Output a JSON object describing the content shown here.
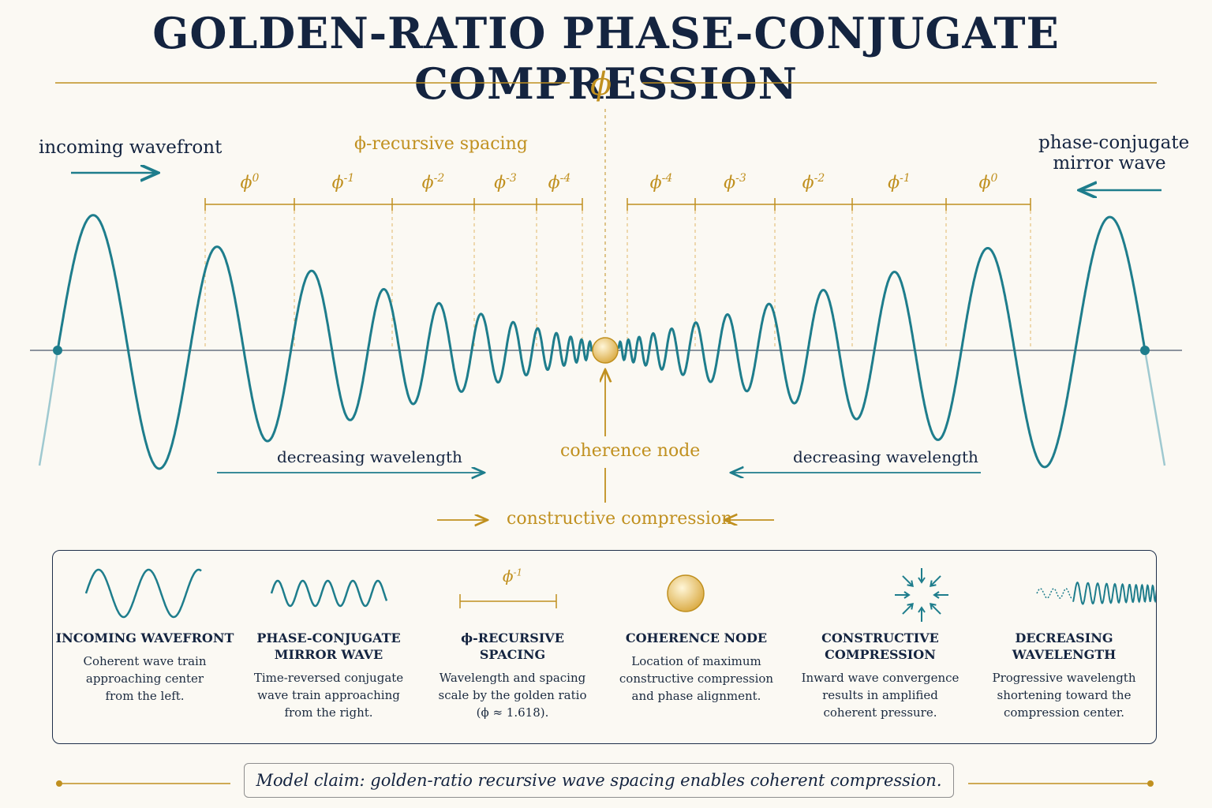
{
  "title": "GOLDEN-RATIO PHASE-CONJUGATE COMPRESSION",
  "phi_symbol": "ϕ",
  "labels": {
    "incoming": "incoming wavefront",
    "mirror_line1": "phase-conjugate",
    "mirror_line2": "mirror wave",
    "recursive_spacing": "ϕ-recursive spacing",
    "decreasing_left": "decreasing wavelength",
    "decreasing_right": "decreasing wavelength",
    "coherence_node": "coherence node",
    "constructive": "constructive compression"
  },
  "spacing_left": [
    {
      "base": "ϕ",
      "exp": "0"
    },
    {
      "base": "ϕ",
      "exp": "-1"
    },
    {
      "base": "ϕ",
      "exp": "-2"
    },
    {
      "base": "ϕ",
      "exp": "-3"
    },
    {
      "base": "ϕ",
      "exp": "-4"
    }
  ],
  "spacing_right": [
    {
      "base": "ϕ",
      "exp": "-4"
    },
    {
      "base": "ϕ",
      "exp": "-3"
    },
    {
      "base": "ϕ",
      "exp": "-2"
    },
    {
      "base": "ϕ",
      "exp": "-1"
    },
    {
      "base": "ϕ",
      "exp": "0"
    }
  ],
  "legend": [
    {
      "title_lines": [
        "INCOMING WAVEFRONT"
      ],
      "desc_lines": [
        "Coherent wave train",
        "approaching center",
        "from the left."
      ]
    },
    {
      "title_lines": [
        "PHASE-CONJUGATE",
        "MIRROR WAVE"
      ],
      "desc_lines": [
        "Time-reversed conjugate",
        "wave train approaching",
        "from the right."
      ]
    },
    {
      "title_lines": [
        "ϕ-RECURSIVE",
        "SPACING"
      ],
      "desc_lines": [
        "Wavelength and spacing",
        "scale by the golden ratio",
        "(ϕ ≈ 1.618)."
      ],
      "icon_label": "ϕ",
      "icon_exp": "-1"
    },
    {
      "title_lines": [
        "COHERENCE NODE"
      ],
      "desc_lines": [
        "Location of maximum",
        "constructive compression",
        "and phase alignment."
      ]
    },
    {
      "title_lines": [
        "CONSTRUCTIVE",
        "COMPRESSION"
      ],
      "desc_lines": [
        "Inward wave convergence",
        "results in amplified",
        "coherent pressure."
      ]
    },
    {
      "title_lines": [
        "DECREASING",
        "WAVELENGTH"
      ],
      "desc_lines": [
        "Progressive wavelength",
        "shortening toward the",
        "compression center."
      ]
    }
  ],
  "claim": "Model claim: golden-ratio recursive wave spacing enables coherent compression.",
  "colors": {
    "teal": "#1e7d8c",
    "gold": "#c0901f",
    "navy": "#142440",
    "node": "#e8c46a"
  }
}
